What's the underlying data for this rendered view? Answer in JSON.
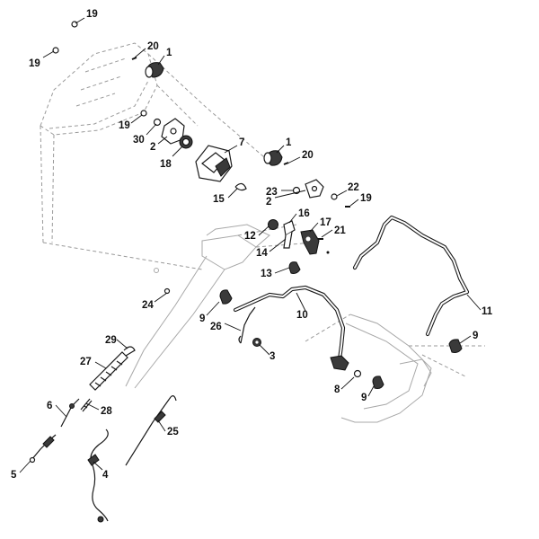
{
  "callouts": [
    {
      "id": "c19a",
      "label": "19"
    },
    {
      "id": "c20a",
      "label": "20"
    },
    {
      "id": "c1a",
      "label": "1"
    },
    {
      "id": "c19b",
      "label": "19"
    },
    {
      "id": "c19c",
      "label": "19"
    },
    {
      "id": "c30",
      "label": "30"
    },
    {
      "id": "c2a",
      "label": "2"
    },
    {
      "id": "c18",
      "label": "18"
    },
    {
      "id": "c7",
      "label": "7"
    },
    {
      "id": "c1b",
      "label": "1"
    },
    {
      "id": "c20b",
      "label": "20"
    },
    {
      "id": "c15",
      "label": "15"
    },
    {
      "id": "c23",
      "label": "23"
    },
    {
      "id": "c2b",
      "label": "2"
    },
    {
      "id": "c22",
      "label": "22"
    },
    {
      "id": "c19d",
      "label": "19"
    },
    {
      "id": "c16",
      "label": "16"
    },
    {
      "id": "c17",
      "label": "17"
    },
    {
      "id": "c12",
      "label": "12"
    },
    {
      "id": "c21",
      "label": "21"
    },
    {
      "id": "c14",
      "label": "14"
    },
    {
      "id": "c13",
      "label": "13"
    },
    {
      "id": "c24",
      "label": "24"
    },
    {
      "id": "c9a",
      "label": "9"
    },
    {
      "id": "c10",
      "label": "10"
    },
    {
      "id": "c11",
      "label": "11"
    },
    {
      "id": "c26",
      "label": "26"
    },
    {
      "id": "c3",
      "label": "3"
    },
    {
      "id": "c9b",
      "label": "9"
    },
    {
      "id": "c29",
      "label": "29"
    },
    {
      "id": "c27",
      "label": "27"
    },
    {
      "id": "c8",
      "label": "8"
    },
    {
      "id": "c9c",
      "label": "9"
    },
    {
      "id": "c6",
      "label": "6"
    },
    {
      "id": "c28",
      "label": "28"
    },
    {
      "id": "c25",
      "label": "25"
    },
    {
      "id": "c5",
      "label": "5"
    },
    {
      "id": "c4",
      "label": "4"
    }
  ]
}
